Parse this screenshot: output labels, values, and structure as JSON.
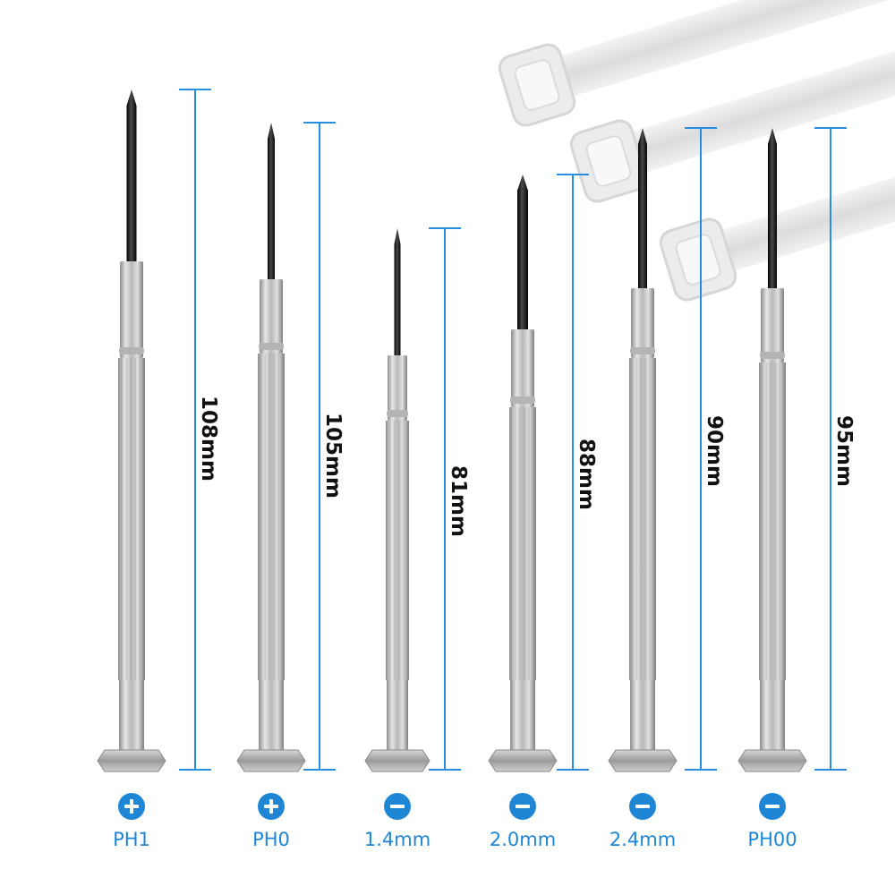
{
  "colors": {
    "accent": "#1f86d6",
    "dimension_line": "#2a8ee0",
    "dimension_text": "#111111",
    "shaft": "#c8c8c8",
    "tip": "#151515"
  },
  "screwdrivers": [
    {
      "length": "108mm",
      "type_icon": "plus-icon",
      "type_label": "PH1"
    },
    {
      "length": "105mm",
      "type_icon": "plus-icon",
      "type_label": "PH0"
    },
    {
      "length": "81mm",
      "type_icon": "minus-icon",
      "type_label": "1.4mm"
    },
    {
      "length": "88mm",
      "type_icon": "minus-icon",
      "type_label": "2.0mm"
    },
    {
      "length": "90mm",
      "type_icon": "minus-icon",
      "type_label": "2.4mm"
    },
    {
      "length": "95mm",
      "type_icon": "minus-icon",
      "type_label": "PH00"
    }
  ]
}
